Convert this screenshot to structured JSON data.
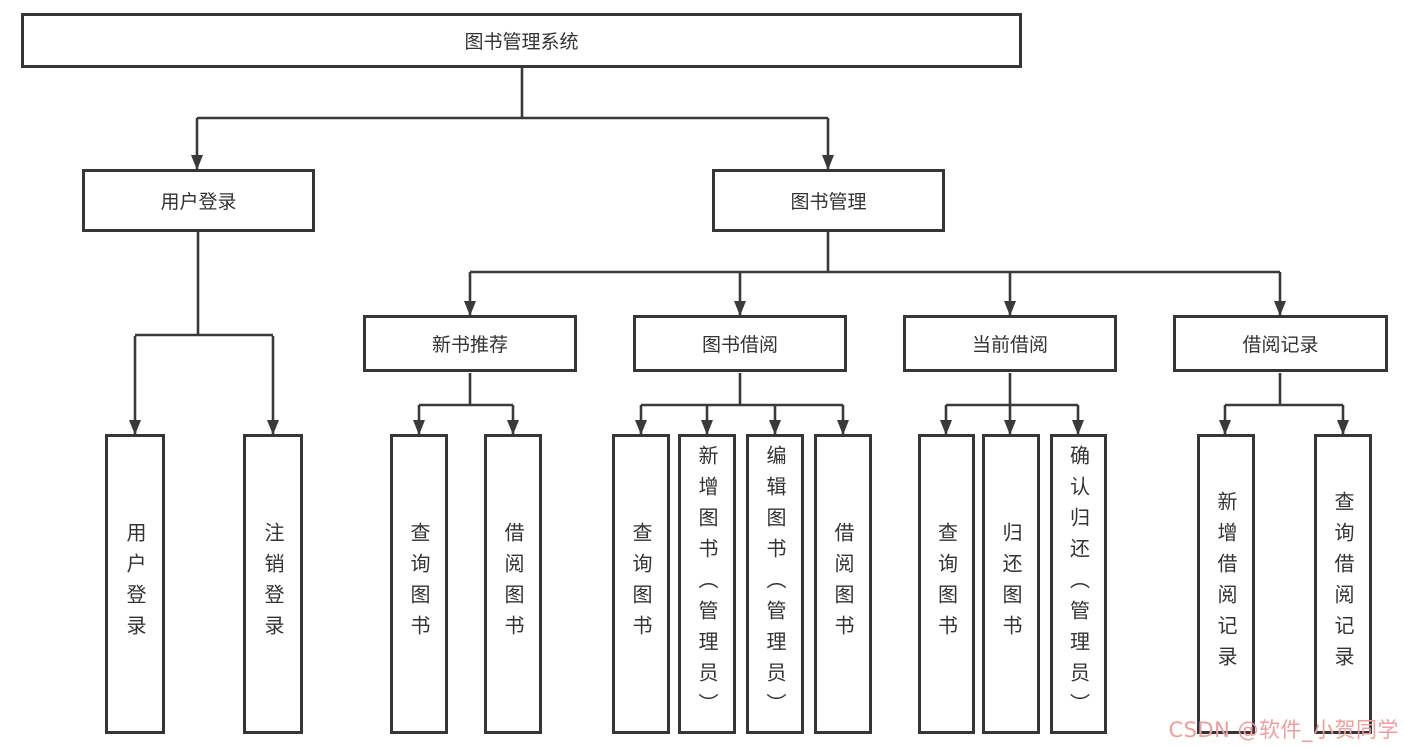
{
  "diagram": {
    "root": {
      "label": "图书管理系统"
    },
    "branches": [
      {
        "label": "用户登录",
        "children": [
          {
            "label": "用户登录"
          },
          {
            "label": "注销登录"
          }
        ]
      },
      {
        "label": "图书管理",
        "children": [
          {
            "label": "新书推荐",
            "children": [
              {
                "label": "查询图书"
              },
              {
                "label": "借阅图书"
              }
            ]
          },
          {
            "label": "图书借阅",
            "children": [
              {
                "label": "查询图书"
              },
              {
                "label": "新增图书（管理员）"
              },
              {
                "label": "编辑图书（管理员）"
              },
              {
                "label": "借阅图书"
              }
            ]
          },
          {
            "label": "当前借阅",
            "children": [
              {
                "label": "查询图书"
              },
              {
                "label": "归还图书"
              },
              {
                "label": "确认归还（管理员）"
              }
            ]
          },
          {
            "label": "借阅记录",
            "children": [
              {
                "label": "新增借阅记录"
              },
              {
                "label": "查询借阅记录"
              }
            ]
          }
        ]
      }
    ]
  },
  "watermark": {
    "text": "CSDN @软件_小贺同学"
  },
  "colors": {
    "line": "#3a3a3a",
    "border": "#363636",
    "text": "#333333",
    "watermark": "#ef9e9d",
    "background": "#ffffff"
  }
}
